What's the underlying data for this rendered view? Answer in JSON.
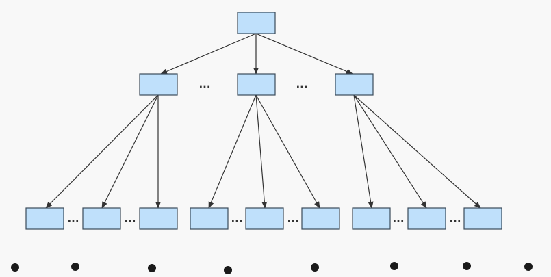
{
  "diagram": {
    "colors": {
      "canvas": "#f8f8f8",
      "node_fill": "#bfe0fb",
      "node_stroke": "#3a4a5a",
      "edge": "#333333",
      "text": "#333333",
      "dot": "#1a1a1a"
    },
    "ellipsis": "···",
    "levels": [
      {
        "name": "root",
        "count": 1
      },
      {
        "name": "middle",
        "count": 3
      },
      {
        "name": "leaf",
        "count": 9
      }
    ],
    "edges": [
      {
        "from": "root-0",
        "to": "middle-0"
      },
      {
        "from": "root-0",
        "to": "middle-1"
      },
      {
        "from": "root-0",
        "to": "middle-2"
      },
      {
        "from": "middle-0",
        "to": "leaf-0"
      },
      {
        "from": "middle-0",
        "to": "leaf-1"
      },
      {
        "from": "middle-0",
        "to": "leaf-2"
      },
      {
        "from": "middle-1",
        "to": "leaf-3"
      },
      {
        "from": "middle-1",
        "to": "leaf-4"
      },
      {
        "from": "middle-1",
        "to": "leaf-5"
      },
      {
        "from": "middle-2",
        "to": "leaf-6"
      },
      {
        "from": "middle-2",
        "to": "leaf-7"
      },
      {
        "from": "middle-2",
        "to": "leaf-8"
      }
    ],
    "ellipsis_marks": 8,
    "dot_count": 8
  }
}
